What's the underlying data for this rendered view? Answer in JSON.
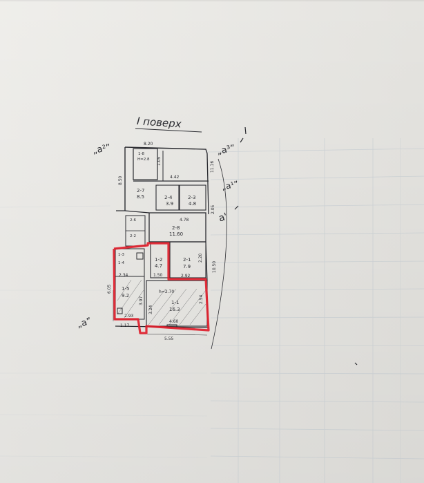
{
  "title": "I поверх",
  "corner_marks": {
    "a2": "„a²”",
    "a3": "„a³”",
    "a1": "„a¹”",
    "a_prime": "а'",
    "a": "„a”"
  },
  "dimensions": {
    "top_width": "8.20",
    "left_height": "8.50",
    "right_height": "11.16",
    "mid_442": "4.42",
    "d_478": "4.78",
    "d_105": "1.05",
    "d_220": "2.20",
    "d_292": "2.92",
    "d_205": "2.05",
    "d_254": "2.54",
    "d_1050": "10.50",
    "d_605": "6.05",
    "d_460": "4.60",
    "d_555": "5.55",
    "d_234": "2.34",
    "d_293": "2.93",
    "d_150": "1.50",
    "d_324": "3.24",
    "d_397": "3.97",
    "h_270": "h=2.70",
    "d_117": "1.17"
  },
  "rooms": {
    "r1_8": {
      "code": "1-8",
      "area": "H=2.8"
    },
    "r2_7": {
      "code": "2-7",
      "area": "8.5"
    },
    "r2_4": {
      "code": "2-4",
      "area": "3.9"
    },
    "r2_3": {
      "code": "2-3",
      "area": "4.8"
    },
    "r2_6": {
      "code": "2-6",
      "area": ""
    },
    "r2_2": {
      "code": "2-2",
      "area": ""
    },
    "r2_8": {
      "code": "2-8",
      "area": "11.60"
    },
    "r1_2": {
      "code": "1-2",
      "area": "4.7"
    },
    "r2_1": {
      "code": "2-1",
      "area": "7.9"
    },
    "r1_3": {
      "code": "1-3",
      "area": ""
    },
    "r1_4": {
      "code": "1-4",
      "area": ""
    },
    "r1_5": {
      "code": "1-5",
      "area": "9.2"
    },
    "r1_1": {
      "code": "1-1",
      "area": "16.3"
    }
  },
  "colors": {
    "ink": "#2a2b30",
    "highlight": "#e0202c",
    "paper": "#ecebe7",
    "grid": "#b9c3cc"
  }
}
